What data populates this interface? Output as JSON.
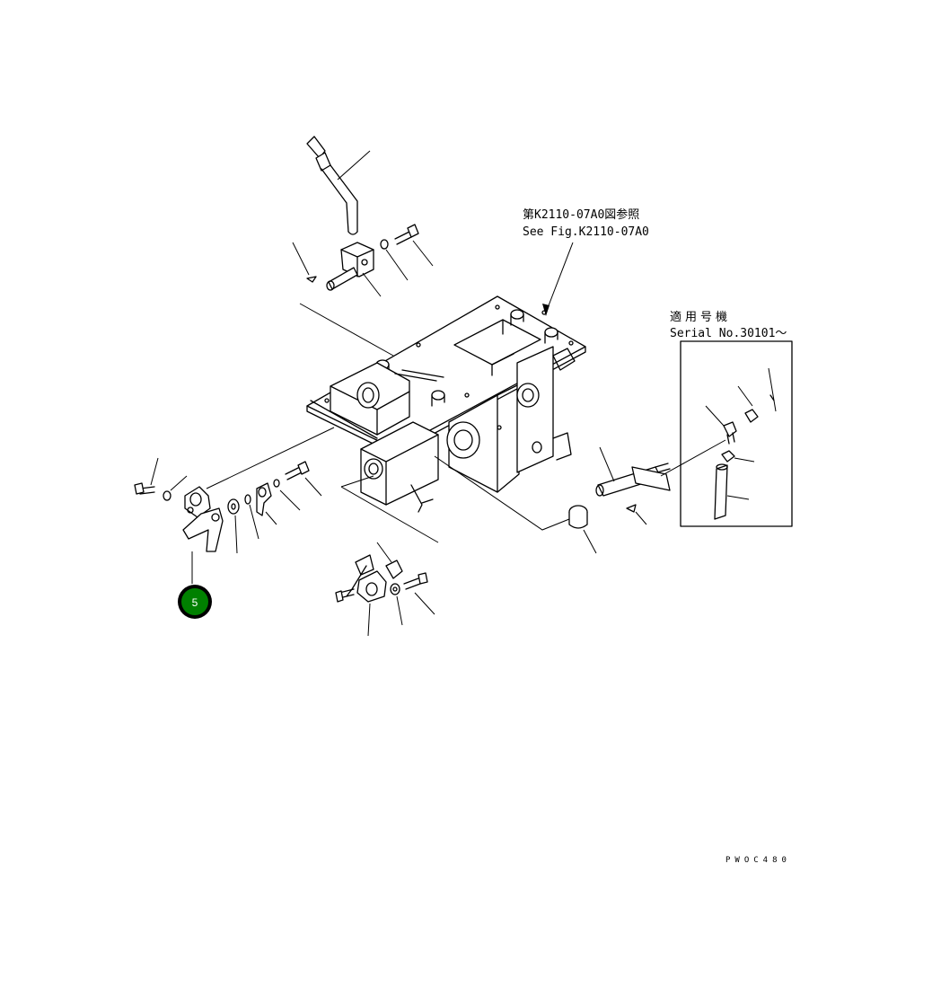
{
  "diagram": {
    "ref_note_jp": "第K2110-07A0図参照",
    "ref_note_en": "See Fig.K2110-07A0",
    "serial_label_jp": "適用号機",
    "serial_label_en": "Serial No.30101～",
    "figure_code": "PWOC480",
    "callout": {
      "number": "5",
      "color": "#008000"
    }
  }
}
